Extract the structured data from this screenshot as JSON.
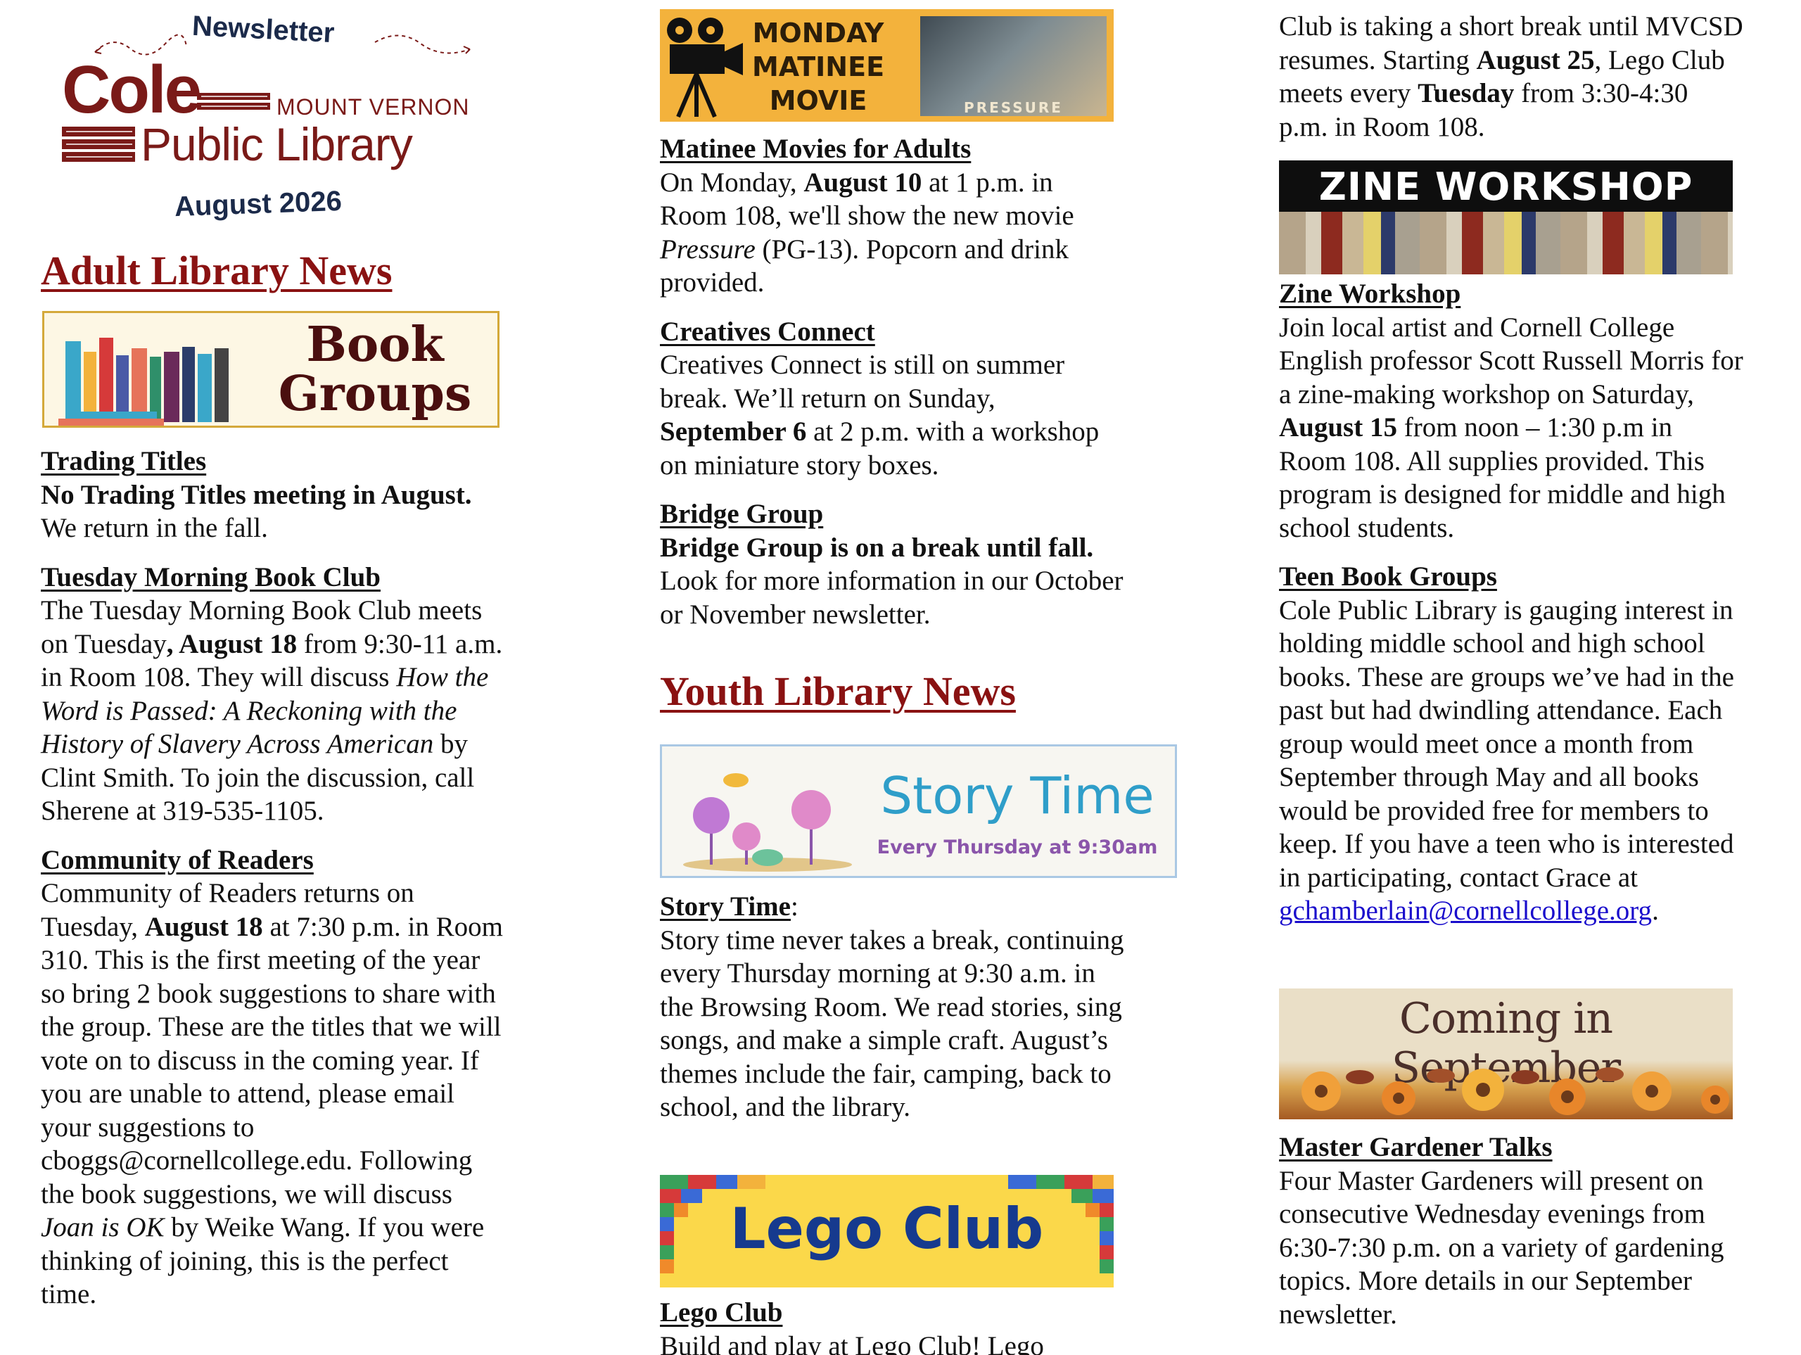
{
  "masthead": {
    "newsletter": "Newsletter",
    "cole": "Cole",
    "mount_vernon": "MOUNT VERNON",
    "public_library": "Public Library",
    "date": "August 2026"
  },
  "adult": {
    "section_title": "Adult Library News",
    "banner_book_groups": "Book Groups",
    "trading": {
      "heading": "Trading Titles",
      "bold": "No Trading Titles meeting in August.",
      "rest": " We return in the fall."
    },
    "tuesday": {
      "heading": "Tuesday Morning Book Club",
      "p1": "The Tuesday Morning Book Club meets on Tuesday",
      "date": ", August 18",
      "p2": " from 9:30-11 a.m. in Room 108. They will discuss ",
      "title": "How the Word is Passed: A Reckoning with the History of Slavery Across American",
      "p3": " by Clint Smith. To join the discussion, call Sherene at 319-535-1105."
    },
    "community": {
      "heading": "Community of Readers",
      "p1": "Community of Readers returns on Tuesday, ",
      "date": "August 18",
      "p2": " at 7:30 p.m. in Room 310. This is the first meeting of the year so bring 2 book suggestions to share with the group. These are the titles that we will vote on to discuss in the coming year. If you are unable to attend, please email your suggestions to cboggs@cornellcollege.edu. Following the book suggestions, we will discuss ",
      "title": "Joan is OK",
      "p3": " by Weike Wang. If you were thinking of joining, this is the perfect time."
    }
  },
  "matinee": {
    "banner_line1": "MONDAY",
    "banner_line2": "MATINEE",
    "banner_line3": "MOVIE",
    "poster_title": "PRESSURE",
    "heading": "Matinee Movies for Adults",
    "p1": "On Monday, ",
    "date": "August 10",
    "p2": " at 1 p.m. in Room 108, we'll show the new movie ",
    "title": "Pressure",
    "p3": " (PG-13). Popcorn and drink provided."
  },
  "creatives": {
    "heading": "Creatives Connect",
    "p1": "Creatives Connect is still on summer break. We’ll return on Sunday, ",
    "date": "September 6",
    "p2": " at 2 p.m. with a workshop on miniature story boxes."
  },
  "bridge": {
    "heading": "Bridge Group",
    "bold": "Bridge Group is on a break until fall.",
    "rest": " Look for more information in our October or November newsletter."
  },
  "youth": {
    "section_title": "Youth Library News",
    "story_banner_title": "Story Time",
    "story_banner_sub": "Every Thursday at 9:30am",
    "story": {
      "heading": "Story Time",
      "colon": ":",
      "text": "Story time never takes a break, continuing every Thursday morning at 9:30 a.m. in the Browsing Room. We read stories, sing songs, and make a simple craft. August’s themes include the fair, camping, back to school, and the library."
    },
    "lego_banner": "Lego Club",
    "lego": {
      "heading": "Lego Club",
      "p1": "Build and play at Lego Club! Lego",
      "p1b": "Club is taking a short break until MVCSD resumes. Starting ",
      "date": "August 25",
      "p2": ", Lego Club meets every ",
      "day": "Tuesday",
      "p3": " from 3:30-4:30 p.m. in Room 108."
    }
  },
  "zine": {
    "banner": "ZINE WORKSHOP",
    "heading": "Zine Workshop",
    "p1": "Join local artist and Cornell College English professor Scott Russell Morris for a zine-making workshop on Saturday, ",
    "date": "August 15",
    "p2": " from noon – 1:30 p.m in Room 108. All supplies provided. This program is designed for middle and high school students."
  },
  "teen": {
    "heading": "Teen Book Groups",
    "p1": "Cole Public Library is gauging interest in holding middle school and high school books. These are groups we’ve had in the past but had dwindling attendance. Each group would meet once a month from September through May and all books would be provided free for members to keep. If you have a teen who is interested in participating, contact Grace at ",
    "email": "gchamberlain@cornellcollege.org",
    "p2": "."
  },
  "september": {
    "banner": "Coming in September",
    "heading": "Master Gardener Talks",
    "text": "Four Master Gardeners will present on consecutive Wednesday evenings from 6:30-7:30 p.m. on a variety of gardening topics. More details in our September newsletter."
  }
}
